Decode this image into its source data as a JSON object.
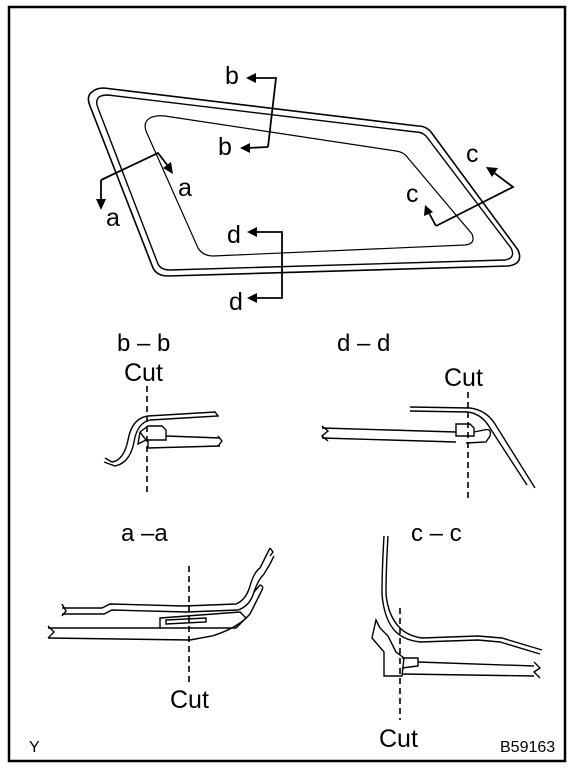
{
  "sections": {
    "a": "a",
    "b": "b",
    "c": "c",
    "d": "d"
  },
  "titles": {
    "bb": "b – b",
    "dd": "d – d",
    "aa": "a –a",
    "cc": "c – c"
  },
  "cut_label": "Cut",
  "corner_left": "Y",
  "corner_right": "B59163"
}
